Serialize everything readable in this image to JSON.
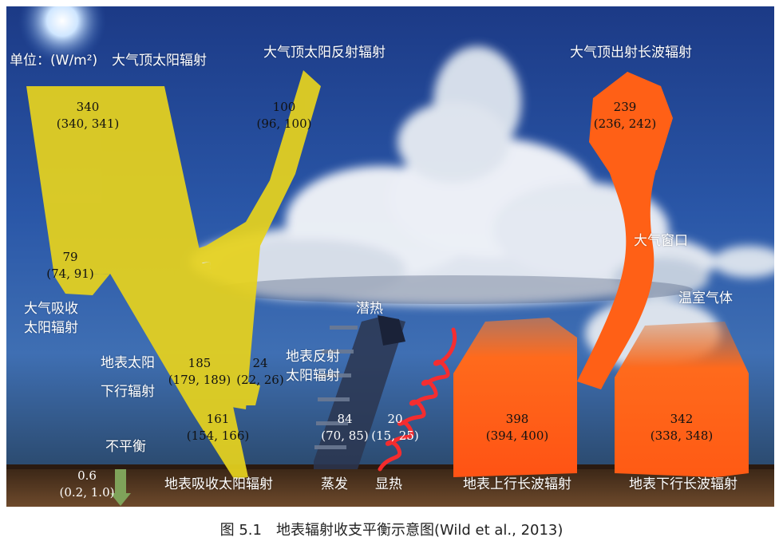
{
  "unit_label": "单位：(W/m²)",
  "colors": {
    "shortwave": "#e6d21e",
    "longwave": "#ff5a1f",
    "sensible_heat": "#ff2a2a",
    "sky_top": "#1f3f8c",
    "ground": "#5a3a24",
    "imbalance": "#7fa35a"
  },
  "labels": {
    "toa_solar": "大气顶太阳辐射",
    "toa_reflected": "大气顶太阳反射辐射",
    "toa_outgoing_lw": "大气顶出射长波辐射",
    "atm_absorbed_solar": [
      "大气吸收",
      "太阳辐射"
    ],
    "surface_solar_down": [
      "地表太阳",
      "下行辐射"
    ],
    "surface_reflected_solar": [
      "地表反射",
      "太阳辐射"
    ],
    "latent_heat": "潜热",
    "atmospheric_window": "大气窗口",
    "greenhouse_gases": "温室气体",
    "imbalance": "不平衡",
    "surface_absorbed_solar": "地表吸收太阳辐射",
    "evaporation": "蒸发",
    "sensible_heat": "显热",
    "surface_up_lw": "地表上行长波辐射",
    "surface_down_lw": "地表下行长波辐射"
  },
  "values": {
    "toa_solar": {
      "value": "340",
      "range": "(340, 341)"
    },
    "toa_reflected": {
      "value": "100",
      "range": "(96, 100)"
    },
    "toa_outgoing_lw": {
      "value": "239",
      "range": "(236, 242)"
    },
    "atm_absorbed_solar": {
      "value": "79",
      "range": "(74, 91)"
    },
    "surface_solar_down": {
      "value": "185",
      "range": "(179, 189)"
    },
    "surface_reflected_solar": {
      "value": "24",
      "range": "(22, 26)"
    },
    "surface_absorbed_solar": {
      "value": "161",
      "range": "(154, 166)"
    },
    "latent_heat": {
      "value": "84",
      "range": "(70, 85)"
    },
    "sensible_heat": {
      "value": "20",
      "range": "(15, 25)"
    },
    "surface_up_lw": {
      "value": "398",
      "range": "(394, 400)"
    },
    "surface_down_lw": {
      "value": "342",
      "range": "(338, 348)"
    },
    "imbalance": {
      "value": "0.6",
      "range": "(0.2, 1.0)"
    }
  },
  "caption": "图 5.1　地表辐射收支平衡示意图(Wild et al., 2013)"
}
